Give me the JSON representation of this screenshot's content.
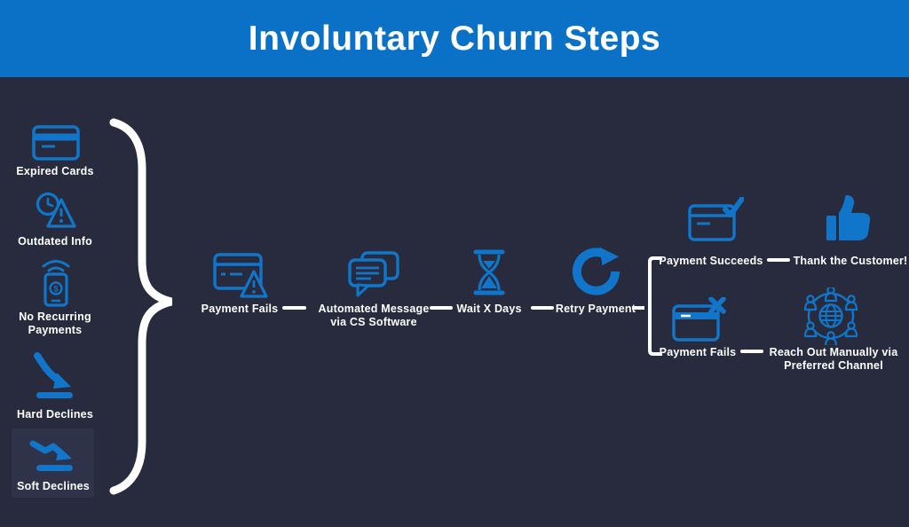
{
  "header": {
    "title": "Involuntary Churn Steps"
  },
  "colors": {
    "header_bg": "#0a71c6",
    "background": "#272b3d",
    "icon_blue": "#1176c9",
    "text_white": "#ffffff",
    "highlight_box": "#2e3349",
    "brace_white": "#ffffff"
  },
  "causes": [
    {
      "label": "Expired Cards",
      "icon": "credit-card-icon"
    },
    {
      "label": "Outdated Info",
      "icon": "clock-warning-icon"
    },
    {
      "label": "No Recurring Payments",
      "icon": "phone-payment-icon"
    },
    {
      "label": "Hard Declines",
      "icon": "steep-decline-arrow-icon"
    },
    {
      "label": "Soft Declines",
      "icon": "gradual-decline-arrow-icon"
    }
  ],
  "flow": [
    {
      "label": "Payment Fails",
      "icon": "card-warning-icon"
    },
    {
      "label": "Automated Message via CS Software",
      "icon": "chat-bubbles-icon"
    },
    {
      "label": "Wait X Days",
      "icon": "hourglass-icon"
    },
    {
      "label": "Retry Payment",
      "icon": "retry-arrow-icon"
    }
  ],
  "outcomes": {
    "success": {
      "label": "Payment Succeeds",
      "icon": "card-check-icon",
      "result_label": "Thank the Customer!",
      "result_icon": "thumbs-up-icon"
    },
    "failure": {
      "label": "Payment Fails",
      "icon": "card-x-icon",
      "result_label": "Reach Out Manually via Preferred Channel",
      "result_icon": "network-people-icon"
    }
  }
}
